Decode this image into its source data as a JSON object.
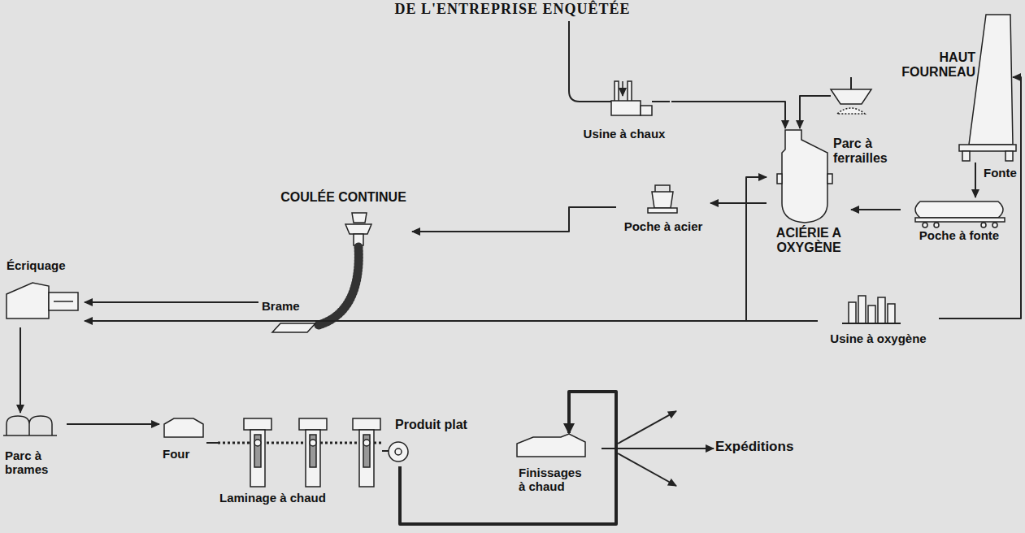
{
  "diagram": {
    "title": "DE L'ENTREPRISE ENQUÊTÉE",
    "nodes": [
      {
        "text": [
          "HAUT FOURNEAU"
        ]
      },
      {
        "text": [
          "Usine à chaux"
        ]
      },
      {
        "text": [
          "Parc à ferrailles"
        ]
      },
      {
        "text": [
          "Poche à fonte"
        ]
      },
      {
        "text": [
          "ACIÉRIE A OXYGÈNE"
        ]
      },
      {
        "text": [
          "Poche à acier"
        ]
      },
      {
        "text": [
          "COULÉE CONTINUE"
        ]
      },
      {
        "text": [
          "Brame"
        ]
      },
      {
        "text": [
          "Écriquage"
        ]
      },
      {
        "text": [
          "Usine à oxygène"
        ]
      },
      {
        "text": [
          "Parc à brames"
        ]
      },
      {
        "text": [
          "Four"
        ]
      },
      {
        "text": [
          "Laminage à chaud"
        ]
      },
      {
        "text": [
          "Produit plat"
        ]
      },
      {
        "text": [
          "Finissages à chaud"
        ]
      },
      {
        "text": [
          "Expéditions"
        ]
      }
    ],
    "edges": [
      {
        "from": 0,
        "to": 3,
        "arrow": "to",
        "label": "Fonte"
      },
      {
        "from": 3,
        "to": 4,
        "arrow": "to"
      },
      {
        "from": 1,
        "to": 4,
        "arrow": "to"
      },
      {
        "from": 2,
        "to": 4,
        "arrow": "to"
      },
      {
        "from": 9,
        "to": 4,
        "arrow": "to"
      },
      {
        "from": 9,
        "to": 0,
        "arrow": "to"
      },
      {
        "from": 4,
        "to": 5,
        "arrow": "to"
      },
      {
        "from": 5,
        "to": 6,
        "arrow": "to"
      },
      {
        "from": 7,
        "to": 8,
        "arrow": "to"
      },
      {
        "from": 9,
        "to": 8,
        "arrow": "to"
      },
      {
        "from": 8,
        "to": 10,
        "arrow": "to"
      },
      {
        "from": 10,
        "to": 11,
        "arrow": "to"
      },
      {
        "from": 11,
        "to": 12,
        "arrow": "none"
      },
      {
        "from": 12,
        "to": 13,
        "arrow": "none"
      },
      {
        "from": 13,
        "to": 14,
        "arrow": "to"
      },
      {
        "from": 14,
        "to": 15,
        "arrow": "to"
      }
    ]
  }
}
